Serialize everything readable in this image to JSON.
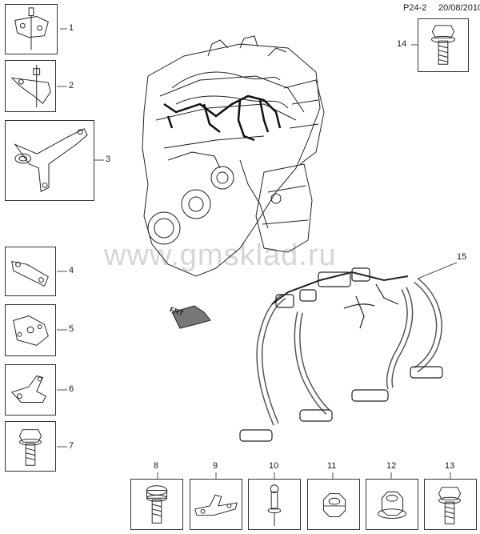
{
  "header": {
    "ref": "P24-2",
    "date": "20/08/2010"
  },
  "watermark": "www.gmsklad.ru",
  "front_marker": "FRT",
  "parts": {
    "p1": "1",
    "p2": "2",
    "p3": "3",
    "p4": "4",
    "p5": "5",
    "p6": "6",
    "p7": "7",
    "p8": "8",
    "p9": "9",
    "p10": "10",
    "p11": "11",
    "p12": "12",
    "p13": "13",
    "p14": "14",
    "p15": "15"
  }
}
